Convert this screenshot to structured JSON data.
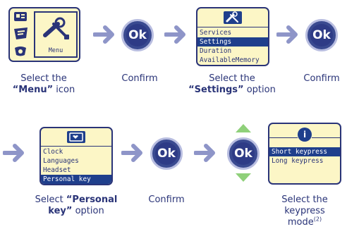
{
  "step1": {
    "menu_label": "Menu",
    "caption_line1": "Select the",
    "caption_bold": "“Menu”",
    "caption_rest": " icon"
  },
  "ok_label": "Ok",
  "confirm_label": "Confirm",
  "step2": {
    "items": [
      "Services",
      "Settings",
      "Duration",
      "AvailableMemory"
    ],
    "selected": 1,
    "caption_line1": "Select the",
    "caption_bold": "“Settings”",
    "caption_rest": " option"
  },
  "step3": {
    "items": [
      "Clock",
      "Languages",
      "Headset",
      "Personal key"
    ],
    "selected": 3,
    "caption_pre": "Select ",
    "caption_bold1": "“Personal",
    "caption_bold2": "key”",
    "caption_rest": " option"
  },
  "step4": {
    "items": [
      "Short keypress",
      "Long keypress"
    ],
    "selected": 0,
    "info_icon_glyph": "i",
    "caption_line1": "Select the",
    "caption_line2": "keypress",
    "caption_line3": "mode",
    "caption_sup": "(2)"
  },
  "colors": {
    "navy": "#2a3478",
    "screen_bg": "#fcf6c6",
    "arrow": "#8e95c8",
    "nav_green": "#8fd07a"
  }
}
